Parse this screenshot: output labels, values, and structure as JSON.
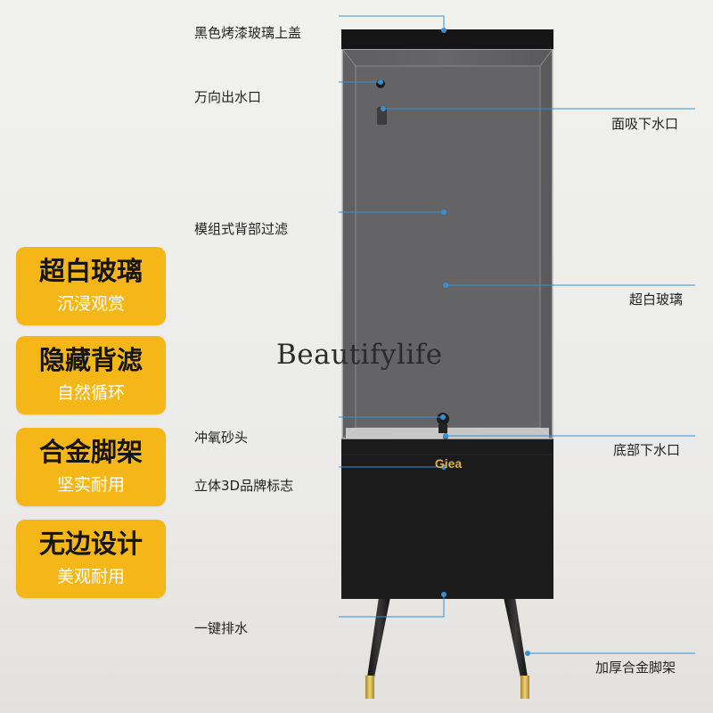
{
  "watermark": "Beautifylife",
  "brand_logo": "Giea",
  "features": [
    {
      "title": "超白玻璃",
      "subtitle": "沉浸观赏"
    },
    {
      "title": "隐藏背滤",
      "subtitle": "自然循环"
    },
    {
      "title": "合金脚架",
      "subtitle": "坚实耐用"
    },
    {
      "title": "无边设计",
      "subtitle": "美观耐用"
    }
  ],
  "callouts": {
    "top_cover": "黑色烤漆玻璃上盖",
    "outlet": "万向出水口",
    "surface_intake": "面吸下水口",
    "back_filter": "模组式背部过滤",
    "ultra_clear_glass": "超白玻璃",
    "air_stone": "冲氧砂头",
    "bottom_drain": "底部下水口",
    "logo_3d": "立体3D品牌标志",
    "one_key_drain": "一键排水",
    "thick_legs": "加厚合金脚架"
  },
  "colors": {
    "accent_card": "#f5b617",
    "line": "#3a8fd1",
    "cabinet": "#1b1b1b",
    "logo_gold": "#d8b24a"
  }
}
